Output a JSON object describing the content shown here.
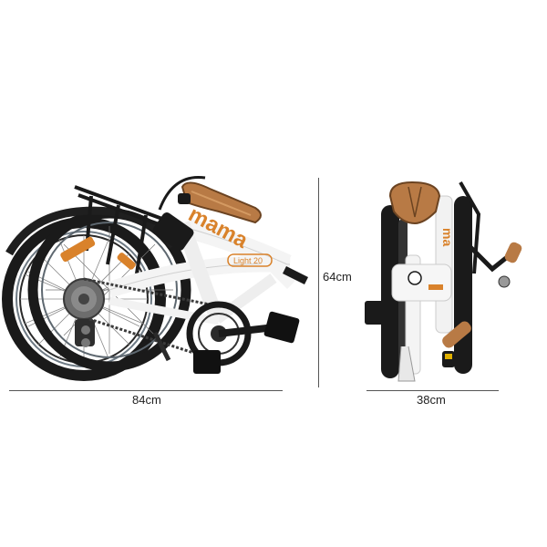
{
  "dimensions": {
    "length_label": "84cm",
    "height_label": "64cm",
    "folded_width_label": "38cm"
  },
  "brand": {
    "name": "mama",
    "model_badge": "Light 20"
  },
  "colors": {
    "frame": "#f4f4f4",
    "accent": "#d9822b",
    "saddle": "#b87a45",
    "tire": "#1a1a1a",
    "dimension_line": "#555555"
  },
  "icons": {
    "side_view": "folded-bike-side-view",
    "front_view": "folded-bike-front-view"
  }
}
